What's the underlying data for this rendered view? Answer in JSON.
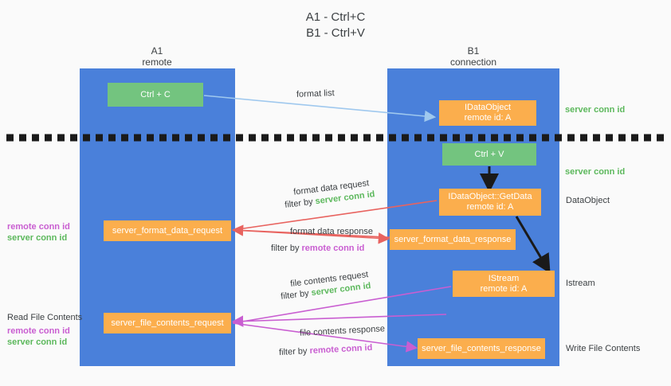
{
  "title": {
    "line1": "A1 - Ctrl+C",
    "line2": "B1 - Ctrl+V"
  },
  "columns": {
    "a1": {
      "name": "A1",
      "role": "remote"
    },
    "b1": {
      "name": "B1",
      "role": "connection"
    }
  },
  "colors": {
    "band": "#4a80da",
    "green_node": "#73c47f",
    "orange_node": "#fbae4d",
    "server_conn_id": "#5cb85c",
    "remote_conn_id": "#c95ed1",
    "arrow_blue": "#9fc8ee",
    "arrow_red": "#e8635f",
    "arrow_magenta": "#c95ed1",
    "arrow_black": "#1a1a1a",
    "background": "#fafafa"
  },
  "nodes": {
    "ctrl_c": {
      "line1": "Ctrl + C",
      "line2": ""
    },
    "ctrl_v": {
      "line1": "Ctrl + V",
      "line2": ""
    },
    "idataobject": {
      "line1": "IDataObject",
      "line2": "remote id: A"
    },
    "getdata": {
      "line1": "IDataObject::GetData",
      "line2": "remote id: A"
    },
    "istream": {
      "line1": "IStream",
      "line2": "remote id: A"
    },
    "server_format_data_request": {
      "line1": "server_format_data_request",
      "line2": ""
    },
    "server_format_data_response": {
      "line1": "server_format_data_response",
      "line2": ""
    },
    "server_file_contents_request": {
      "line1": "server_file_contents_request",
      "line2": ""
    },
    "server_file_contents_response": {
      "line1": "server_file_contents_response",
      "line2": ""
    }
  },
  "side_labels": {
    "server_conn_id_top": "server conn id",
    "server_conn_id_second": "server conn id",
    "dataobject": "DataObject",
    "istream": "Istream",
    "write_file_contents": "Write File Contents",
    "read_file_contents": "Read File Contents",
    "remote_conn_id": "remote conn id",
    "server_conn_id": "server conn id"
  },
  "arrow_labels": {
    "format_list": "format list",
    "format_data_request": "format data request",
    "filter_by": "filter by ",
    "server_conn_id": "server conn id",
    "format_data_response": "format data response",
    "remote_conn_id": "remote conn id",
    "file_contents_request": "file contents request",
    "file_contents_response": "file contents response"
  }
}
